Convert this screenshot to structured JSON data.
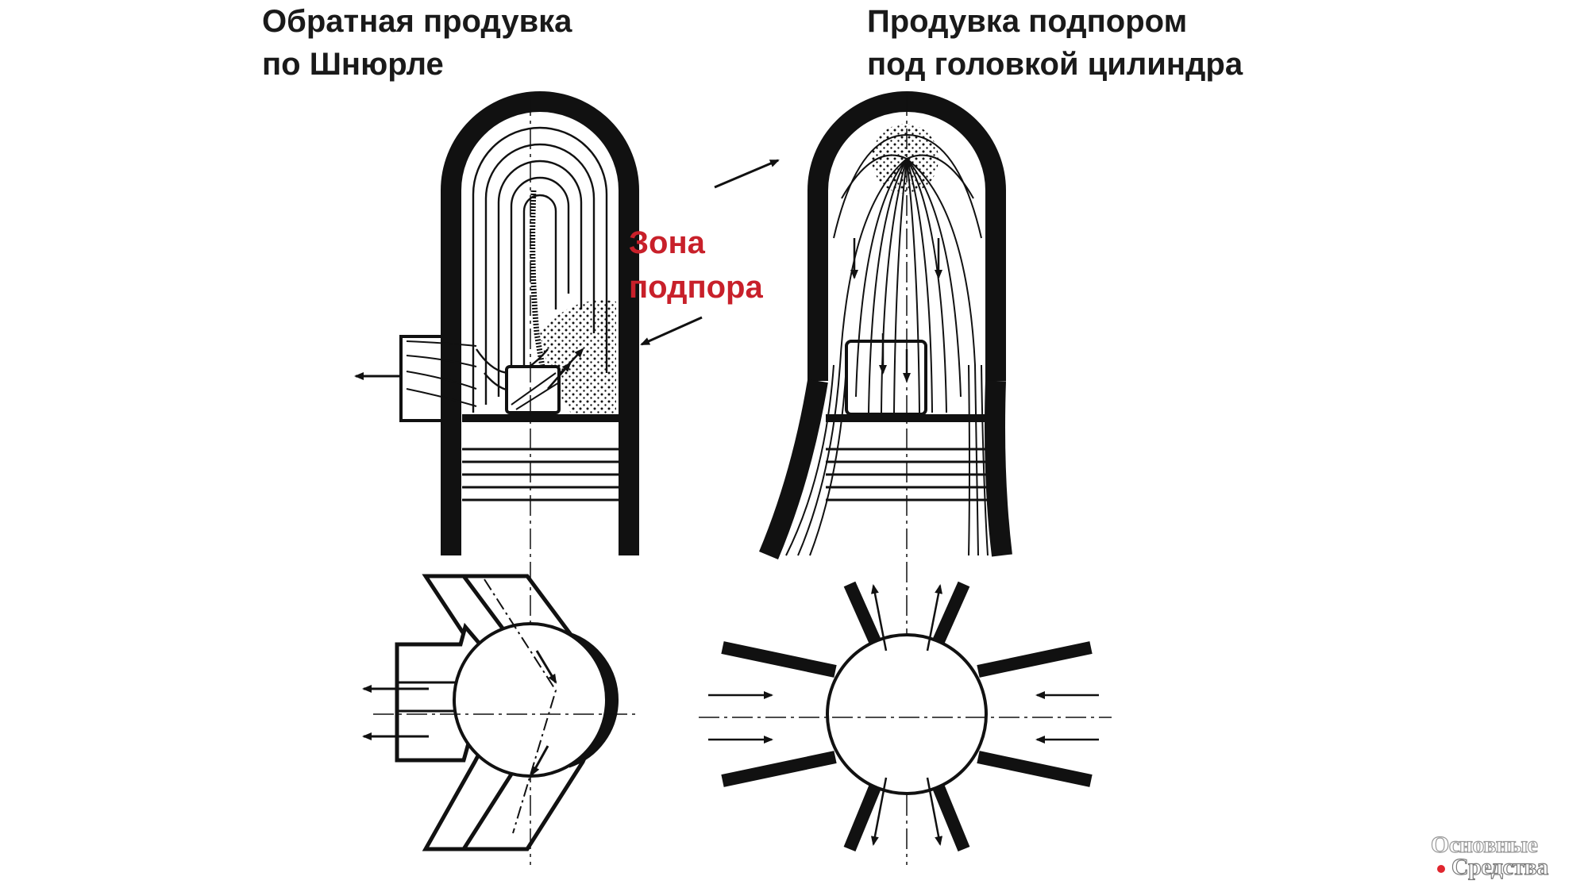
{
  "titles": {
    "left_line1": "Обратная продувка",
    "left_line2": "по Шнюрле",
    "right_line1": "Продувка подпором",
    "right_line2": "под головкой цилиндра"
  },
  "zone_label": {
    "line1": "Зона",
    "line2": "подпора"
  },
  "watermark": {
    "line1": "Основные",
    "line2": "Средства"
  },
  "colors": {
    "ink": "#111111",
    "accent": "#c8202a",
    "watermark_dot": "#e0262e"
  }
}
